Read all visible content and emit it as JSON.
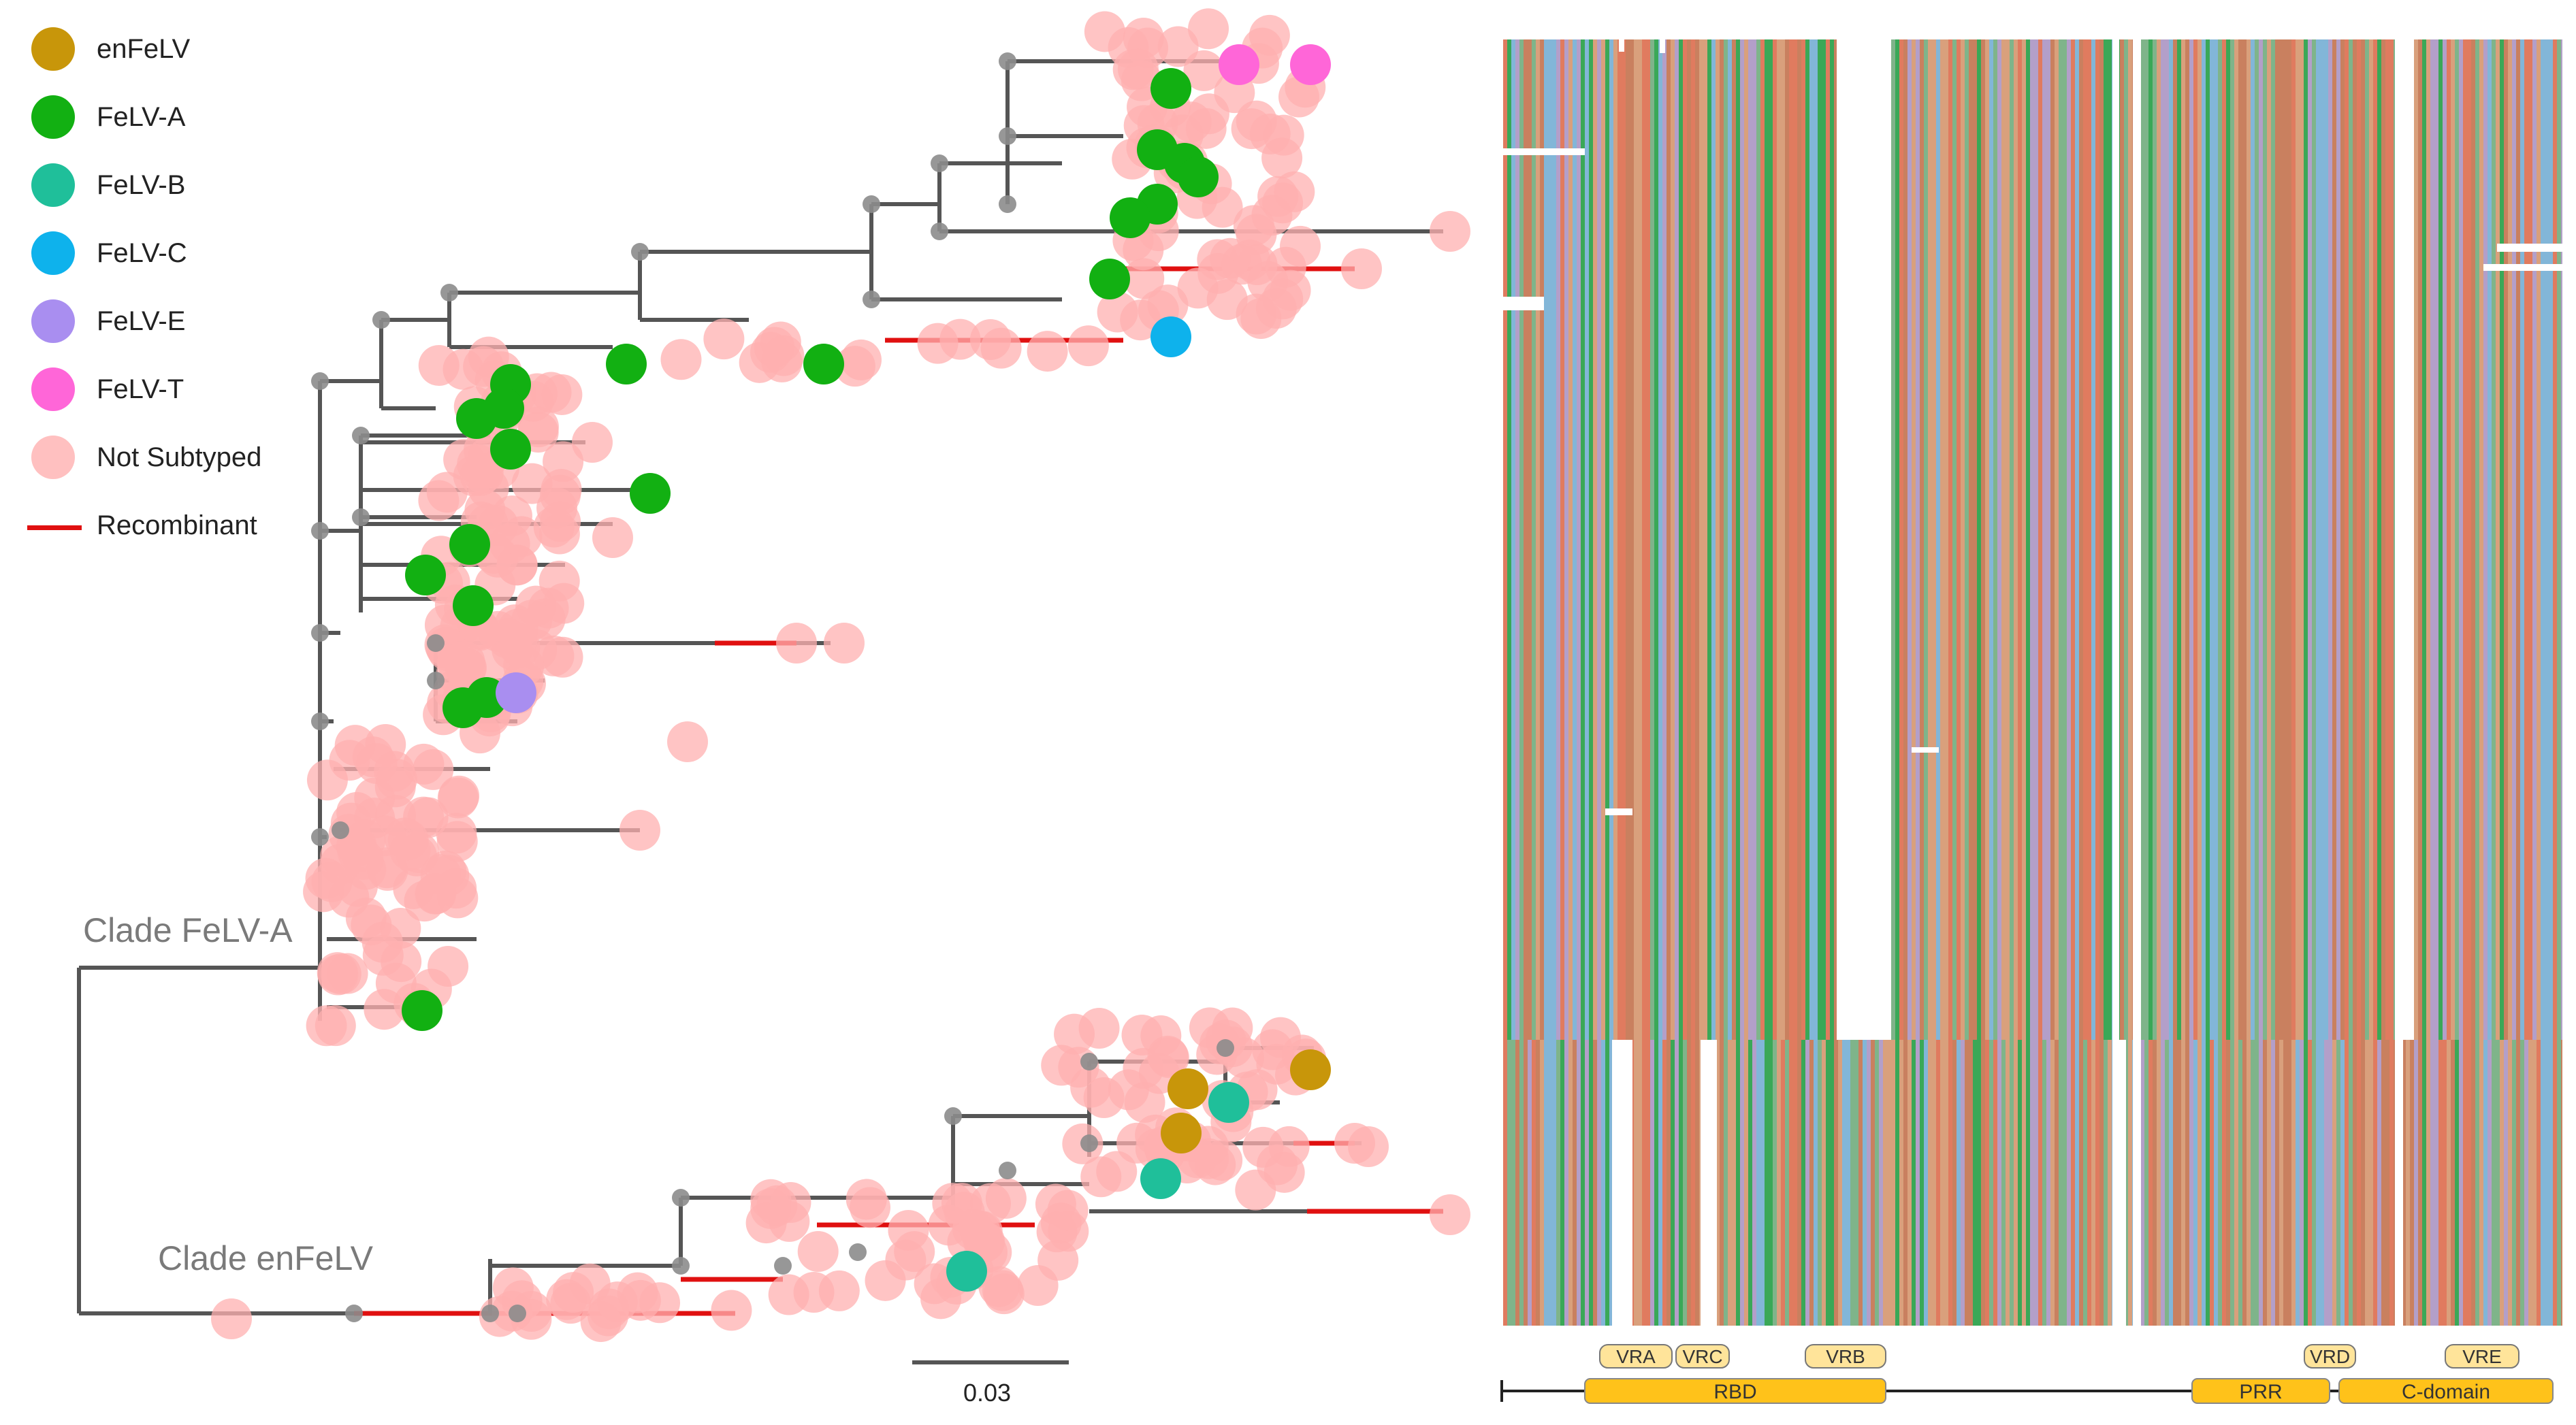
{
  "legend": {
    "items": [
      {
        "label": "enFeLV",
        "color": "#c8960a",
        "kind": "dot"
      },
      {
        "label": "FeLV-A",
        "color": "#12b012",
        "kind": "dot"
      },
      {
        "label": "FeLV-B",
        "color": "#1fbf9a",
        "kind": "dot"
      },
      {
        "label": "FeLV-C",
        "color": "#0eb2ec",
        "kind": "dot"
      },
      {
        "label": "FeLV-E",
        "color": "#a98ef0",
        "kind": "dot"
      },
      {
        "label": "FeLV-T",
        "color": "#ff66d8",
        "kind": "dot"
      },
      {
        "label": "Not Subtyped",
        "color": "#ffc0c0",
        "kind": "dot"
      },
      {
        "label": "Recombinant",
        "color": "#e01010",
        "kind": "line"
      }
    ]
  },
  "tree": {
    "clades": [
      "Clade FeLV-A",
      "Clade enFeLV"
    ],
    "scale_bar_label": "0.03",
    "branch_color": "#555555",
    "node_color": "#8c8c8c",
    "tip_color": "#ffb0b0"
  },
  "alignment": {
    "palette": [
      "#e07b5f",
      "#3aa857",
      "#82b6d8",
      "#b39fc9",
      "#c9805f",
      "#7fb48a",
      "#d9a07c"
    ],
    "annotations": {
      "domains": [
        "RBD",
        "PRR",
        "C-domain"
      ],
      "variable_regions": [
        "VRA",
        "VRC",
        "VRB",
        "VRD",
        "VRE"
      ],
      "domain_color": "#ffc21a",
      "vr_color": "#ffe49a"
    }
  }
}
